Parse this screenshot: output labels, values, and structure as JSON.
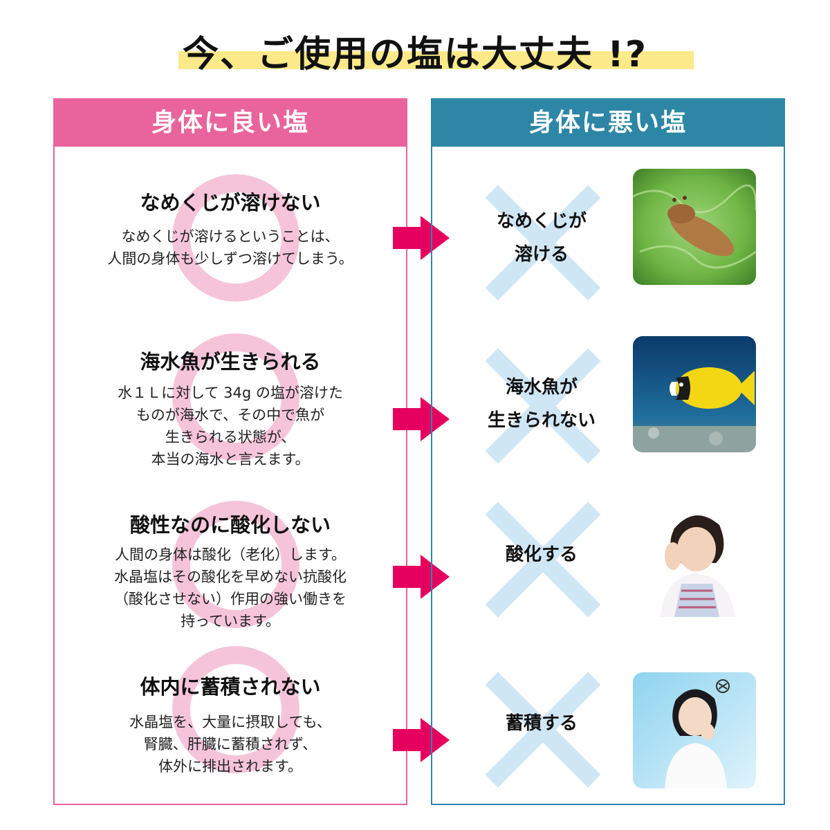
{
  "title": "今、ご使用の塩は大丈夫 !?",
  "colors": {
    "good": "#e9649c",
    "bad": "#2e86a6",
    "arrow": "#e5005f",
    "highlight": "#fbe98a"
  },
  "good_panel": {
    "header": "身体に良い塩",
    "items": [
      {
        "heading": "なめくじが溶けない",
        "lines": [
          "なめくじが溶けるということは、",
          "人間の身体も少しずつ溶けてしまう。"
        ]
      },
      {
        "heading": "海水魚が生きられる",
        "lines": [
          "水１Ｌに対して 34g の塩が溶けた",
          "ものが海水で、その中で魚が",
          "生きられる状態が、",
          "本当の海水と言えます。"
        ]
      },
      {
        "heading": "酸性なのに酸化しない",
        "lines": [
          "人間の身体は酸化（老化）します。",
          "水晶塩はその酸化を早めない抗酸化",
          "（酸化させない）作用の強い働きを",
          "持っています。"
        ]
      },
      {
        "heading": "体内に蓄積されない",
        "lines": [
          "水晶塩を、大量に摂取しても、",
          "腎臓、肝臓に蓄積されず、",
          "体外に排出されます。"
        ]
      }
    ]
  },
  "bad_panel": {
    "header": "身体に悪い塩",
    "items": [
      {
        "lines": [
          "なめくじが",
          "溶ける"
        ],
        "image": "slug-photo"
      },
      {
        "lines": [
          "海水魚が",
          "生きられない"
        ],
        "image": "fish-photo"
      },
      {
        "lines": [
          "酸化する"
        ],
        "image": "woman-headache-photo"
      },
      {
        "lines": [
          "蓄積する"
        ],
        "image": "woman-worried-photo"
      }
    ]
  }
}
